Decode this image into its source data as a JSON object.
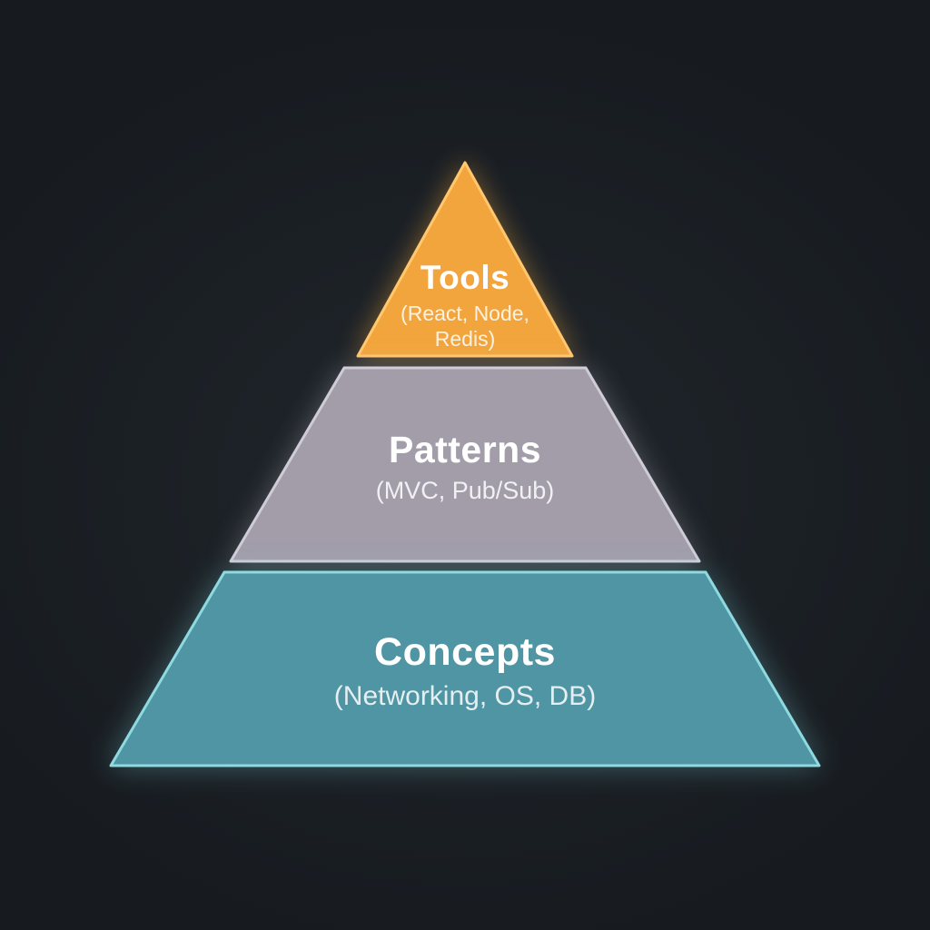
{
  "diagram": {
    "type": "pyramid",
    "background_color": "#1B2025",
    "text_color": "#FFFFFF",
    "tiers": [
      {
        "id": "tools",
        "label": "Tools",
        "sublabel": "(React, Node, Redis)",
        "fill": "#F2A53C",
        "stroke": "#FFC76E",
        "position": "top"
      },
      {
        "id": "patterns",
        "label": "Patterns",
        "sublabel": "(MVC, Pub/Sub)",
        "fill": "#A29DA9",
        "stroke": "#D0CCD7",
        "position": "middle"
      },
      {
        "id": "concepts",
        "label": "Concepts",
        "sublabel": "(Networking, OS, DB)",
        "fill": "#4F95A3",
        "stroke": "#8EDAE0",
        "position": "bottom"
      }
    ]
  }
}
